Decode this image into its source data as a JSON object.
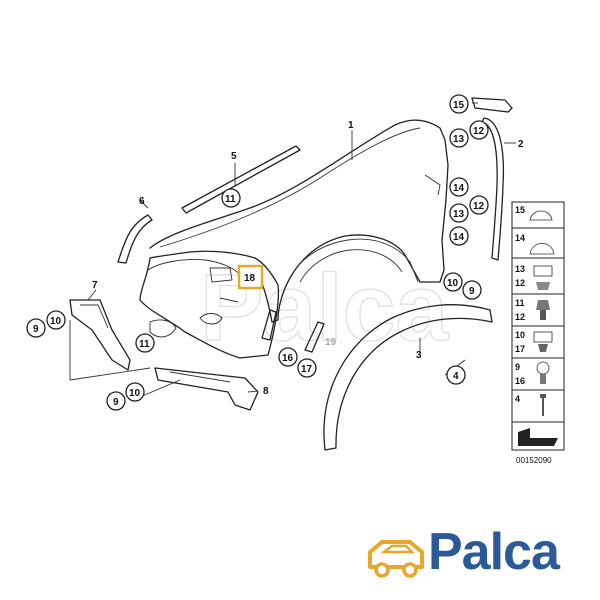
{
  "callouts": {
    "c1": "1",
    "c2": "2",
    "c3": "3",
    "c4": "4",
    "c5": "5",
    "c6": "6",
    "c7": "7",
    "c8": "8",
    "c9a": "9",
    "c9b": "9",
    "c9c": "9",
    "c10a": "10",
    "c10b": "10",
    "c10c": "10",
    "c11a": "11",
    "c11b": "11",
    "c12a": "12",
    "c12b": "12",
    "c13a": "13",
    "c13b": "13",
    "c14a": "14",
    "c14b": "14",
    "c15": "15",
    "c16": "16",
    "c17": "17",
    "c18": "18",
    "c19": "19"
  },
  "legend": {
    "r1": [
      "15"
    ],
    "r2": [
      "14"
    ],
    "r3": [
      "13",
      "12"
    ],
    "r4": [
      "11",
      "12"
    ],
    "r5": [
      "10",
      "17"
    ],
    "r6": [
      "9",
      "16"
    ],
    "r7": [
      "4"
    ]
  },
  "diagram_code": "00152090",
  "watermark": "Palca",
  "logo_text": "Palca",
  "colors": {
    "highlight": "#e8a62a",
    "logo_blue": "#2a5a9a",
    "logo_orange": "#e8a62a"
  }
}
